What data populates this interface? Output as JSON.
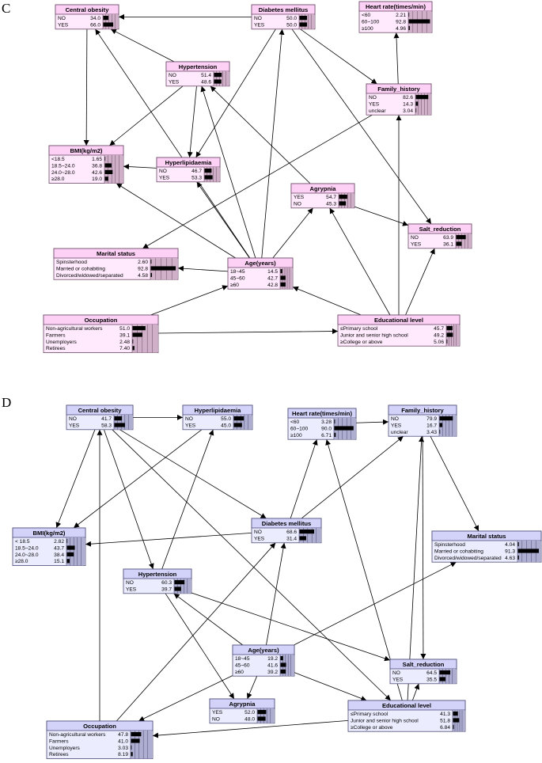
{
  "panels": [
    {
      "letter": "C",
      "theme": {
        "title_bg": "#fdd0f6",
        "body_bg": "#ffeafd",
        "bars_bg": "#cfb0c8",
        "border": "#6b4a66"
      },
      "nodes": [
        {
          "id": "central_obesity",
          "title": "Central obesity",
          "rows": [
            {
              "label": "NO",
              "value": "34.0"
            },
            {
              "label": "YES",
              "value": "66.0"
            }
          ]
        },
        {
          "id": "diabetes",
          "title": "Diabetes mellitus",
          "rows": [
            {
              "label": "NO",
              "value": "50.0"
            },
            {
              "label": "YES",
              "value": "50.0"
            }
          ]
        },
        {
          "id": "heart_rate",
          "title": "Heart rate(times/min)",
          "rows": [
            {
              "label": "<60",
              "value": "2.21"
            },
            {
              "label": "60~100",
              "value": "92.8"
            },
            {
              "label": "≥100",
              "value": "4.96"
            }
          ]
        },
        {
          "id": "hypertension",
          "title": "Hypertension",
          "rows": [
            {
              "label": "NO",
              "value": "51.4"
            },
            {
              "label": "YES",
              "value": "48.6"
            }
          ]
        },
        {
          "id": "family_history",
          "title": "Family_history",
          "rows": [
            {
              "label": "NO",
              "value": "82.6"
            },
            {
              "label": "YES",
              "value": "14.3"
            },
            {
              "label": "unclear",
              "value": "3.04"
            }
          ]
        },
        {
          "id": "bmi",
          "title": "BMI(kg/m2)",
          "rows": [
            {
              "label": "<18.5",
              "value": "1.65"
            },
            {
              "label": "18.5~24.0",
              "value": "36.8"
            },
            {
              "label": "24.0~28.0",
              "value": "42.6"
            },
            {
              "label": "≥28.0",
              "value": "19.0"
            }
          ]
        },
        {
          "id": "hyperlipidaemia",
          "title": "Hyperlipidaemia",
          "rows": [
            {
              "label": "NO",
              "value": "46.7"
            },
            {
              "label": "YES",
              "value": "53.3"
            }
          ]
        },
        {
          "id": "agrypnia",
          "title": "Agrypnia",
          "rows": [
            {
              "label": "YES",
              "value": "54.7"
            },
            {
              "label": "NO",
              "value": "45.3"
            }
          ]
        },
        {
          "id": "salt_reduction",
          "title": "Salt_reduction",
          "rows": [
            {
              "label": "NO",
              "value": "63.9"
            },
            {
              "label": "YES",
              "value": "36.1"
            }
          ]
        },
        {
          "id": "marital_status",
          "title": "Marital status",
          "rows": [
            {
              "label": "Spinsterhood",
              "value": "2.60"
            },
            {
              "label": "Married or cohabiting",
              "value": "92.8"
            },
            {
              "label": "Divorced/widowed/separated",
              "value": "4.58"
            }
          ]
        },
        {
          "id": "age",
          "title": "Age(years)",
          "rows": [
            {
              "label": "18~45",
              "value": "14.5"
            },
            {
              "label": "45~60",
              "value": "42.7"
            },
            {
              "label": "≥60",
              "value": "42.8"
            }
          ]
        },
        {
          "id": "occupation",
          "title": "Occupation",
          "rows": [
            {
              "label": "Non-agricultural workers",
              "value": "51.0"
            },
            {
              "label": "Farmers",
              "value": "39.1"
            },
            {
              "label": "Unemployers",
              "value": "2.48"
            },
            {
              "label": "Retirees",
              "value": "7.40"
            }
          ]
        },
        {
          "id": "education",
          "title": "Educational level",
          "rows": [
            {
              "label": "≤Primary school",
              "value": "45.7"
            },
            {
              "label": "Junior and senior high school",
              "value": "49.2"
            },
            {
              "label": "≥College  or above",
              "value": "5.06"
            }
          ]
        }
      ],
      "edges": [
        [
          "hypertension",
          "central_obesity"
        ],
        [
          "hypertension",
          "bmi"
        ],
        [
          "hypertension",
          "hyperlipidaemia"
        ],
        [
          "central_obesity",
          "bmi"
        ],
        [
          "diabetes",
          "central_obesity"
        ],
        [
          "diabetes",
          "hyperlipidaemia"
        ],
        [
          "diabetes",
          "family_history"
        ],
        [
          "diabetes",
          "salt_reduction"
        ],
        [
          "family_history",
          "heart_rate"
        ],
        [
          "family_history",
          "marital_status"
        ],
        [
          "hyperlipidaemia",
          "bmi"
        ],
        [
          "agrypnia",
          "hypertension"
        ],
        [
          "agrypnia",
          "salt_reduction"
        ],
        [
          "age",
          "marital_status"
        ],
        [
          "age",
          "agrypnia"
        ],
        [
          "age",
          "central_obesity"
        ],
        [
          "age",
          "hypertension"
        ],
        [
          "age",
          "diabetes"
        ],
        [
          "age",
          "hyperlipidaemia"
        ],
        [
          "age",
          "bmi"
        ],
        [
          "occupation",
          "age"
        ],
        [
          "occupation",
          "education"
        ],
        [
          "education",
          "age"
        ],
        [
          "education",
          "agrypnia"
        ],
        [
          "education",
          "family_history"
        ],
        [
          "education",
          "salt_reduction"
        ]
      ]
    },
    {
      "letter": "D",
      "theme": {
        "title_bg": "#d3d2f9",
        "body_bg": "#ececff",
        "bars_bg": "#aeaed0",
        "border": "#4c4c78"
      },
      "nodes": [
        {
          "id": "central_obesity",
          "title": "Central obesity",
          "rows": [
            {
              "label": "NO",
              "value": "41.7"
            },
            {
              "label": "YES",
              "value": "58.3"
            }
          ]
        },
        {
          "id": "hyperlipidaemia",
          "title": "Hyperlipidaemia",
          "rows": [
            {
              "label": "NO",
              "value": "55.0"
            },
            {
              "label": "YES",
              "value": "45.0"
            }
          ]
        },
        {
          "id": "heart_rate",
          "title": "Heart rate(times/min)",
          "rows": [
            {
              "label": "<60",
              "value": "3.28"
            },
            {
              "label": "60~100",
              "value": "90.0"
            },
            {
              "label": "≥100",
              "value": "6.71"
            }
          ]
        },
        {
          "id": "family_history",
          "title": "Family_history",
          "rows": [
            {
              "label": "NO",
              "value": "79.9"
            },
            {
              "label": "YES",
              "value": "16.7"
            },
            {
              "label": "unclear",
              "value": "3.43"
            }
          ]
        },
        {
          "id": "bmi",
          "title": "BMI(kg/m2)",
          "rows": [
            {
              "label": "< 18.5",
              "value": "2.82"
            },
            {
              "label": "18.5~24.0",
              "value": "43.7"
            },
            {
              "label": "24.0~28.0",
              "value": "38.4"
            },
            {
              "label": "≥28.0",
              "value": "15.1"
            }
          ]
        },
        {
          "id": "diabetes",
          "title": "Diabetes mellitus",
          "rows": [
            {
              "label": "NO",
              "value": "68.6"
            },
            {
              "label": "YES",
              "value": "31.4"
            }
          ]
        },
        {
          "id": "marital_status",
          "title": "Marital status",
          "rows": [
            {
              "label": "Spinsterhood",
              "value": "4.04"
            },
            {
              "label": "Married or cohabiting",
              "value": "91.3"
            },
            {
              "label": "Divorced/widowed/separated",
              "value": "4.63"
            }
          ]
        },
        {
          "id": "hypertension",
          "title": "Hypertension",
          "rows": [
            {
              "label": "NO",
              "value": "60.3"
            },
            {
              "label": "YES",
              "value": "39.7"
            }
          ]
        },
        {
          "id": "age",
          "title": "Age(years)",
          "rows": [
            {
              "label": "18~45",
              "value": "19.2"
            },
            {
              "label": "45~60",
              "value": "41.6"
            },
            {
              "label": "≥60",
              "value": "39.2"
            }
          ]
        },
        {
          "id": "salt_reduction",
          "title": "Salt_reduction",
          "rows": [
            {
              "label": "NO",
              "value": "64.5"
            },
            {
              "label": "YES",
              "value": "35.5"
            }
          ]
        },
        {
          "id": "agrypnia",
          "title": "Agrypnia",
          "rows": [
            {
              "label": "YES",
              "value": "52.0"
            },
            {
              "label": "NO",
              "value": "48.0"
            }
          ]
        },
        {
          "id": "occupation",
          "title": "Occupation",
          "rows": [
            {
              "label": "Non-agricultural workers",
              "value": "47.8"
            },
            {
              "label": "Farmers",
              "value": "41.0"
            },
            {
              "label": "Unemployers",
              "value": "3.03"
            },
            {
              "label": "Retirees",
              "value": "8.19"
            }
          ]
        },
        {
          "id": "education",
          "title": "Educational level",
          "rows": [
            {
              "label": "≤Primary school",
              "value": "41.3"
            },
            {
              "label": "Junior and senior high school",
              "value": "51.8"
            },
            {
              "label": "≥College  or above",
              "value": "6.84"
            }
          ]
        }
      ],
      "edges": [
        [
          "central_obesity",
          "hyperlipidaemia"
        ],
        [
          "central_obesity",
          "bmi"
        ],
        [
          "central_obesity",
          "hypertension"
        ],
        [
          "central_obesity",
          "diabetes"
        ],
        [
          "central_obesity",
          "education"
        ],
        [
          "hyperlipidaemia",
          "bmi"
        ],
        [
          "hypertension",
          "hyperlipidaemia"
        ],
        [
          "diabetes",
          "bmi"
        ],
        [
          "diabetes",
          "family_history"
        ],
        [
          "diabetes",
          "heart_rate"
        ],
        [
          "heart_rate",
          "family_history"
        ],
        [
          "family_history",
          "marital_status"
        ],
        [
          "family_history",
          "salt_reduction"
        ],
        [
          "hypertension",
          "agrypnia"
        ],
        [
          "hypertension",
          "salt_reduction"
        ],
        [
          "age",
          "hypertension"
        ],
        [
          "age",
          "diabetes"
        ],
        [
          "age",
          "marital_status"
        ],
        [
          "age",
          "occupation"
        ],
        [
          "age",
          "agrypnia"
        ],
        [
          "age",
          "education"
        ],
        [
          "occupation",
          "central_obesity"
        ],
        [
          "occupation",
          "diabetes"
        ],
        [
          "education",
          "occupation"
        ],
        [
          "education",
          "heart_rate"
        ],
        [
          "education",
          "family_history"
        ],
        [
          "education",
          "salt_reduction"
        ]
      ]
    }
  ]
}
